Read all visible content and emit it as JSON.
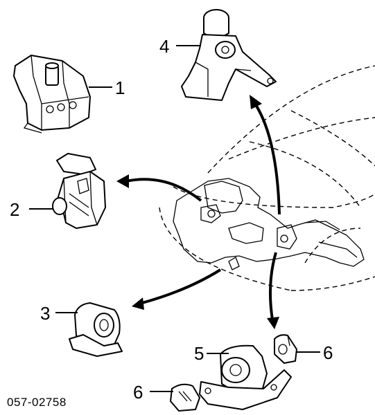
{
  "callouts": {
    "c1": "1",
    "c2": "2",
    "c3": "3",
    "c4": "4",
    "c5": "5",
    "c6a": "6",
    "c6b": "6"
  },
  "diagram_code": "057-02758"
}
